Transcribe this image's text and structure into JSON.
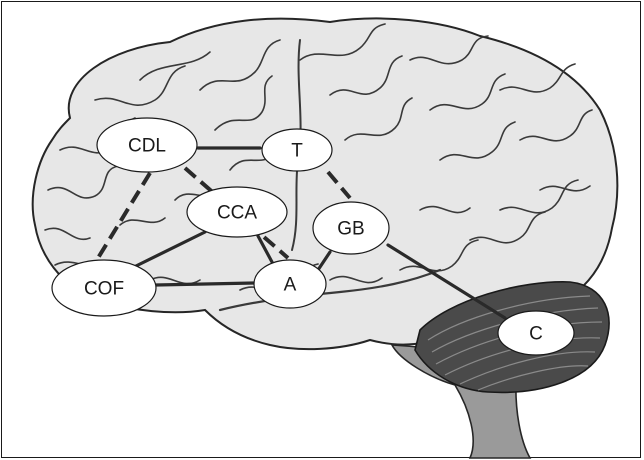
{
  "nodes": [
    {
      "id": "CDL",
      "label": "CDL"
    },
    {
      "id": "T",
      "label": "T"
    },
    {
      "id": "CCA",
      "label": "CCA"
    },
    {
      "id": "GB",
      "label": "GB"
    },
    {
      "id": "COF",
      "label": "COF"
    },
    {
      "id": "A",
      "label": "A"
    },
    {
      "id": "C",
      "label": "C"
    }
  ],
  "edges": [
    {
      "from": "CDL",
      "to": "T",
      "style": "solid"
    },
    {
      "from": "CDL",
      "to": "COF",
      "style": "dashed"
    },
    {
      "from": "CDL",
      "to": "A",
      "style": "dashed"
    },
    {
      "from": "T",
      "to": "GB",
      "style": "dashed"
    },
    {
      "from": "COF",
      "to": "CCA",
      "style": "solid"
    },
    {
      "from": "CCA",
      "to": "A",
      "style": "solid"
    },
    {
      "from": "COF",
      "to": "A",
      "style": "solid"
    },
    {
      "from": "A",
      "to": "GB",
      "style": "solid"
    },
    {
      "from": "GB",
      "to": "C",
      "style": "solid"
    }
  ],
  "colors": {
    "brain": "#e7e7e7",
    "brain_outline": "#262626",
    "cerebellum": "#4a4a4a",
    "brainstem": "#9a9a9a",
    "node_fill": "#ffffff"
  }
}
